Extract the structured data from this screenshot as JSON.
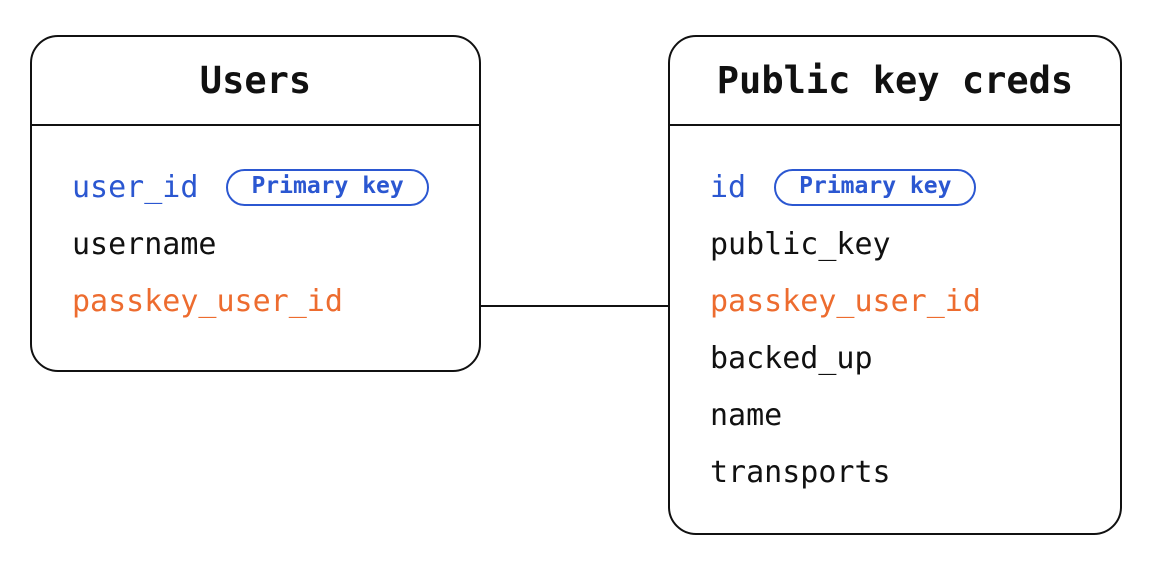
{
  "colors": {
    "blue": "#2b57d1",
    "orange": "#ed6c2f",
    "ink": "#111111",
    "background": "#ffffff"
  },
  "tables": [
    {
      "title": "Users",
      "fields": [
        {
          "name": "user_id",
          "color": "blue",
          "badge": "Primary key"
        },
        {
          "name": "username",
          "color": "ink"
        },
        {
          "name": "passkey_user_id",
          "color": "orange"
        }
      ]
    },
    {
      "title": "Public key creds",
      "fields": [
        {
          "name": "id",
          "color": "blue",
          "badge": "Primary key"
        },
        {
          "name": "public_key",
          "color": "ink"
        },
        {
          "name": "passkey_user_id",
          "color": "orange"
        },
        {
          "name": "backed_up",
          "color": "ink"
        },
        {
          "name": "name",
          "color": "ink"
        },
        {
          "name": "transports",
          "color": "ink"
        }
      ]
    }
  ],
  "relationship": {
    "from_table": "Users",
    "from_field": "passkey_user_id",
    "to_table": "Public key creds",
    "to_field": "passkey_user_id"
  }
}
